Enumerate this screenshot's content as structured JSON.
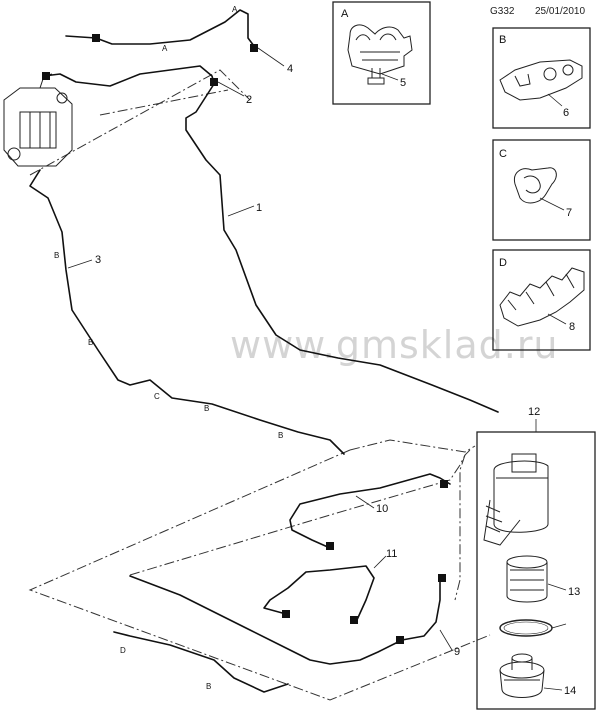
{
  "header": {
    "code": "G332",
    "date": "25/01/2010"
  },
  "watermark": "www.gmsklad.ru",
  "callouts": [
    "1",
    "2",
    "3",
    "4",
    "5",
    "6",
    "7",
    "8",
    "9",
    "10",
    "11",
    "12",
    "13",
    "14"
  ],
  "line_letters": {
    "A": "A",
    "B": "B",
    "C": "C",
    "D": "D"
  },
  "detail_boxes": [
    {
      "letter": "A",
      "part": "5"
    },
    {
      "letter": "B",
      "part": "6"
    },
    {
      "letter": "C",
      "part": "7"
    },
    {
      "letter": "D",
      "part": "8"
    }
  ]
}
